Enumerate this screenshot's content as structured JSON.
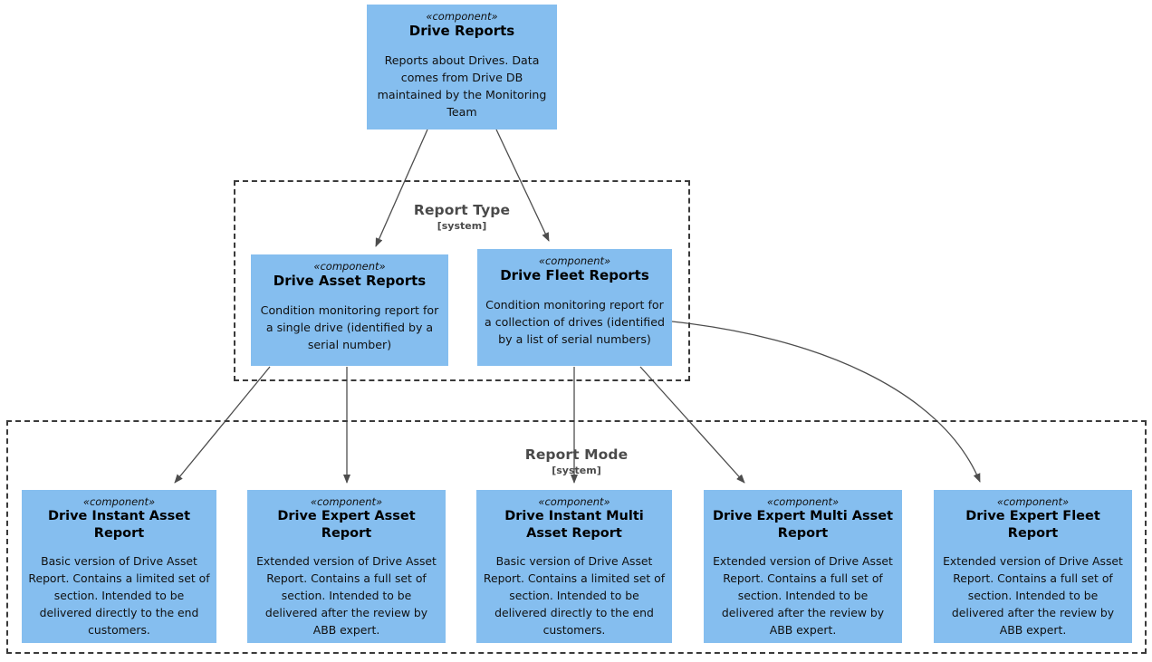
{
  "diagram": {
    "type": "uml-component-diagram",
    "background": "#ffffff",
    "component_fill": "#85beef",
    "edge_color": "#4d4d4d",
    "group_border_color": "#3a3a3a"
  },
  "stereotype_label": "«component»",
  "groups": [
    {
      "id": "report-type",
      "title": "Report Type",
      "subtitle": "[system]"
    },
    {
      "id": "report-mode",
      "title": "Report Mode",
      "subtitle": "[system]"
    }
  ],
  "components": {
    "drive_reports": {
      "stereotype": "«component»",
      "name": "Drive Reports",
      "description": "Reports about Drives. Data comes from Drive DB maintained by the Monitoring Team"
    },
    "drive_asset_reports": {
      "stereotype": "«component»",
      "name": "Drive Asset Reports",
      "description": "Condition monitoring report for a single drive (identified by a serial number)"
    },
    "drive_fleet_reports": {
      "stereotype": "«component»",
      "name": "Drive Fleet Reports",
      "description": "Condition monitoring report for a collection of drives (identified by a list of serial numbers)"
    },
    "drive_instant_asset_report": {
      "stereotype": "«component»",
      "name": "Drive Instant Asset Report",
      "description": "Basic version of Drive Asset Report. Contains a limited set of section. Intended to be delivered directly to the end customers."
    },
    "drive_expert_asset_report": {
      "stereotype": "«component»",
      "name": "Drive Expert Asset Report",
      "description": "Extended version of Drive Asset Report. Contains a full set of section. Intended to be delivered after the review by ABB expert."
    },
    "drive_instant_multi_asset_report": {
      "stereotype": "«component»",
      "name": "Drive Instant Multi Asset Report",
      "description": "Basic version of Drive Asset Report. Contains a limited set of section. Intended to be delivered directly to the end customers."
    },
    "drive_expert_multi_asset_report": {
      "stereotype": "«component»",
      "name": "Drive Expert Multi Asset Report",
      "description": "Extended version of Drive Asset Report. Contains a full set of section. Intended to be delivered after the review by ABB expert."
    },
    "drive_expert_fleet_report": {
      "stereotype": "«component»",
      "name": "Drive Expert Fleet Report",
      "description": "Extended version of Drive Asset Report. Contains a full set of section. Intended to be delivered after the review by ABB expert."
    }
  },
  "edges": [
    {
      "from": "drive_reports",
      "to": "drive_asset_reports"
    },
    {
      "from": "drive_reports",
      "to": "drive_fleet_reports"
    },
    {
      "from": "drive_asset_reports",
      "to": "drive_instant_asset_report"
    },
    {
      "from": "drive_asset_reports",
      "to": "drive_expert_asset_report"
    },
    {
      "from": "drive_fleet_reports",
      "to": "drive_instant_multi_asset_report"
    },
    {
      "from": "drive_fleet_reports",
      "to": "drive_expert_multi_asset_report"
    },
    {
      "from": "drive_fleet_reports",
      "to": "drive_expert_fleet_report"
    }
  ]
}
